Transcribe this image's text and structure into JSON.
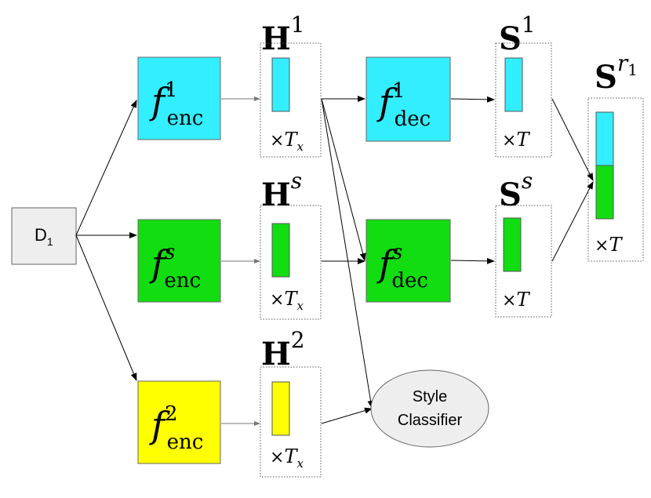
{
  "colors": {
    "cyan": "#33eeff",
    "green": "#11dd11",
    "yellow": "#ffff00",
    "gray": "#eeeeee",
    "arrow": "#000000",
    "dotted": "#555555"
  },
  "input": {
    "label": "D",
    "sub": "1"
  },
  "encoders": [
    {
      "base": "f",
      "sup": "1",
      "sub": "enc"
    },
    {
      "base": "f",
      "sup": "s",
      "sub": "enc"
    },
    {
      "base": "f",
      "sup": "2",
      "sub": "enc"
    }
  ],
  "hidden": [
    {
      "base": "H",
      "sup": "1",
      "mult": "×",
      "dim": "T",
      "dimsub": "x"
    },
    {
      "base": "H",
      "sup": "s",
      "mult": "×",
      "dim": "T",
      "dimsub": "x"
    },
    {
      "base": "H",
      "sup": "2",
      "mult": "×",
      "dim": "T",
      "dimsub": "x"
    }
  ],
  "decoders": [
    {
      "base": "f",
      "sup": "1",
      "sub": "dec"
    },
    {
      "base": "f",
      "sup": "s",
      "sub": "dec"
    }
  ],
  "states": [
    {
      "base": "S",
      "sup": "1",
      "mult": "×",
      "dim": "T"
    },
    {
      "base": "S",
      "sup": "s",
      "mult": "×",
      "dim": "T"
    }
  ],
  "combined": {
    "base": "S",
    "sup": "r",
    "supsub": "1",
    "mult": "×",
    "dim": "T"
  },
  "classifier": {
    "line1": "Style",
    "line2": "Classifier"
  }
}
